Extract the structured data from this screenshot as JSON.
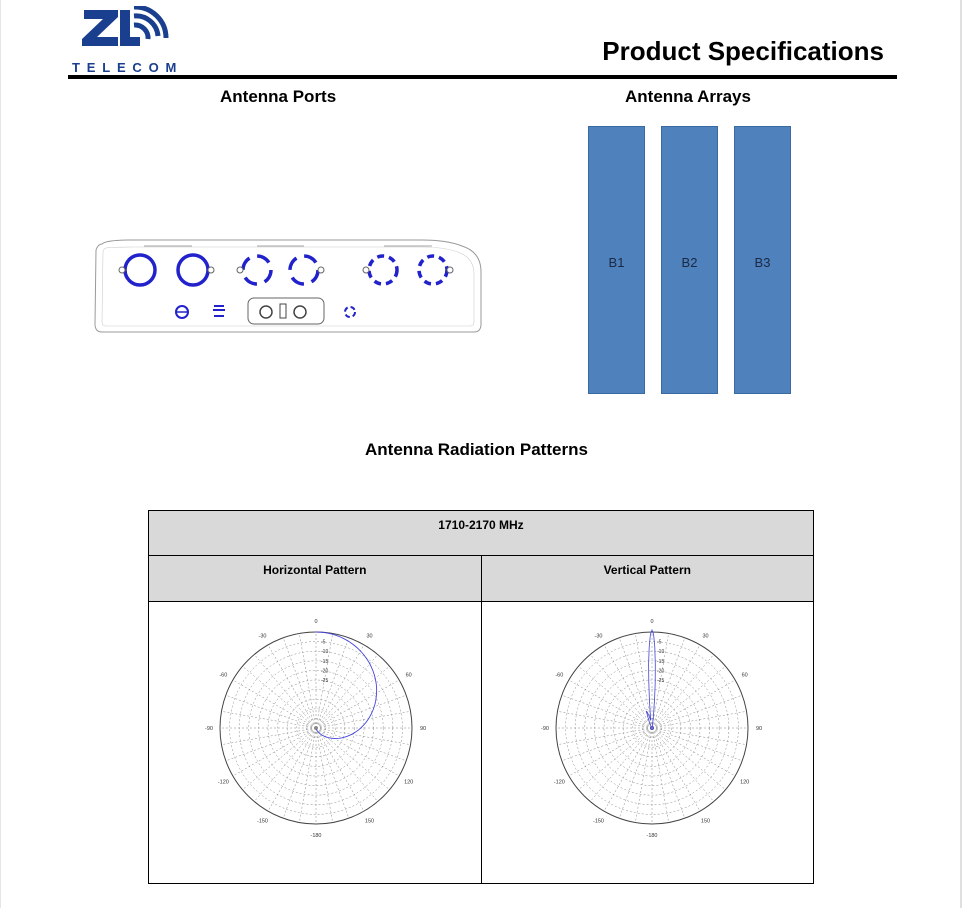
{
  "header": {
    "logo_text": "TELECOM",
    "title": "Product Specifications"
  },
  "sections": {
    "ports_title": "Antenna Ports",
    "arrays_title": "Antenna Arrays",
    "radiation_title": "Antenna Radiation Patterns"
  },
  "arrays": [
    {
      "label": "B1"
    },
    {
      "label": "B2"
    },
    {
      "label": "B3"
    }
  ],
  "pattern_table": {
    "band": "1710-2170 MHz",
    "horizontal_label": "Horizontal Pattern",
    "vertical_label": "Vertical Pattern"
  },
  "polar": {
    "angle_labels": [
      "0",
      "30",
      "60",
      "90",
      "120",
      "150",
      "-180",
      "-150",
      "-120",
      "-90",
      "-60",
      "-30"
    ],
    "radial_labels": [
      "-5",
      "-10",
      "-15",
      "-20",
      "-25"
    ]
  },
  "colors": {
    "brand_blue": "#1a3f8f",
    "array_fill": "#4f81bd",
    "pattern_line": "#4444dd",
    "table_header": "#d9d9d9"
  }
}
